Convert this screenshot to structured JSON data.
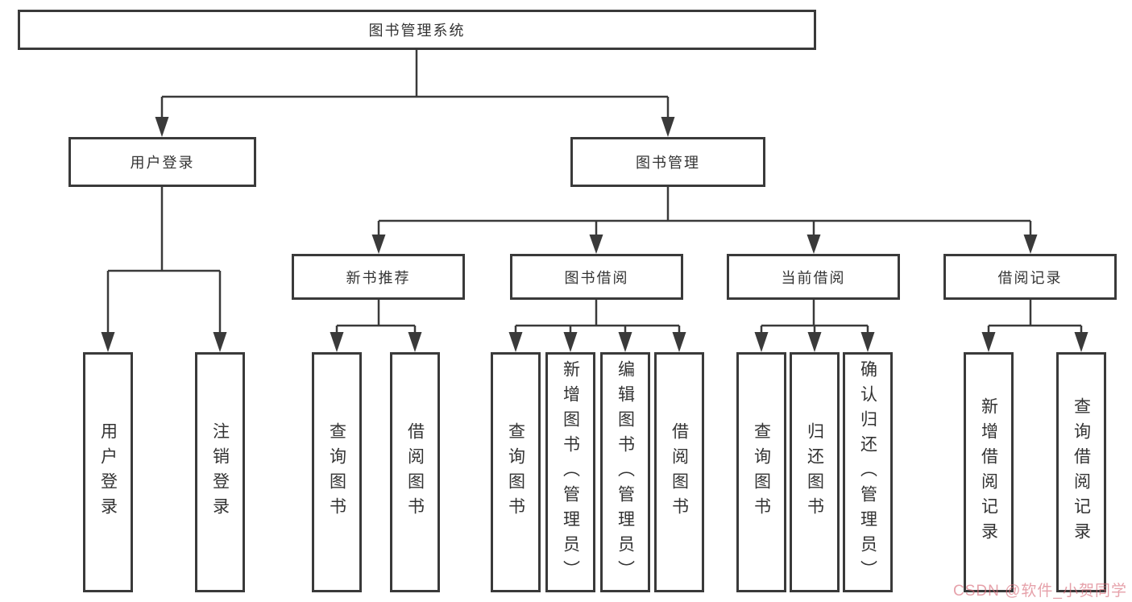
{
  "tree": {
    "label": "图书管理系统",
    "children": [
      {
        "label": "用户登录",
        "children": [
          {
            "label": "用户登录"
          },
          {
            "label": "注销登录"
          }
        ]
      },
      {
        "label": "图书管理",
        "children": [
          {
            "label": "新书推荐",
            "children": [
              {
                "label": "查询图书"
              },
              {
                "label": "借阅图书"
              }
            ]
          },
          {
            "label": "图书借阅",
            "children": [
              {
                "label": "查询图书"
              },
              {
                "label": "新增图书（管理员）"
              },
              {
                "label": "编辑图书（管理员）"
              },
              {
                "label": "借阅图书"
              }
            ]
          },
          {
            "label": "当前借阅",
            "children": [
              {
                "label": "查询图书"
              },
              {
                "label": "归还图书"
              },
              {
                "label": "确认归还（管理员）"
              }
            ]
          },
          {
            "label": "借阅记录",
            "children": [
              {
                "label": "新增借阅记录"
              },
              {
                "label": "查询借阅记录"
              }
            ]
          }
        ]
      }
    ]
  },
  "watermark": {
    "text": "CSDN @软件_小贺同学"
  },
  "colors": {
    "line": "#3a3a3a",
    "node_border": "#3a3a3a",
    "node_text": "#333333",
    "watermark_text": "#d66876",
    "background": "#ffffff"
  }
}
